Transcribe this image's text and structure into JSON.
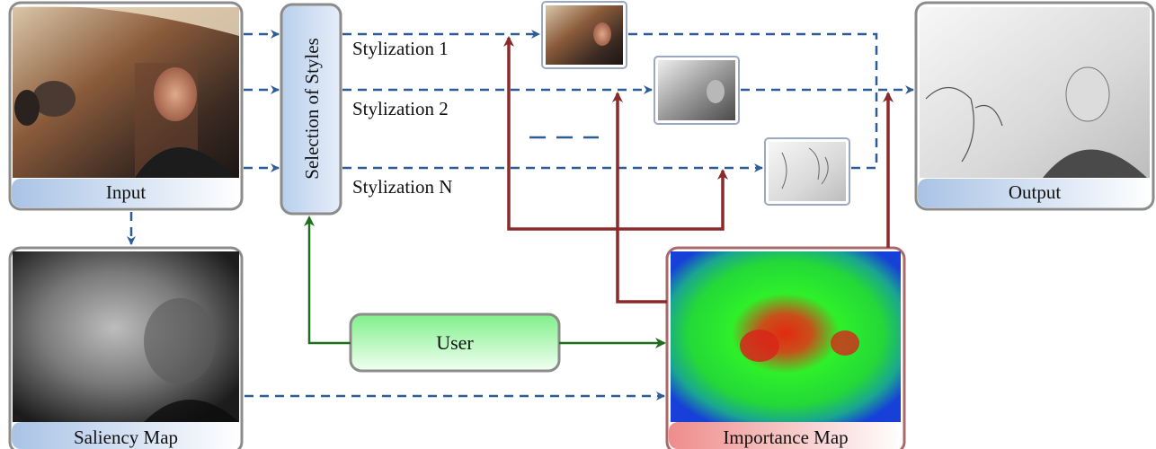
{
  "labels": {
    "input": "Input",
    "output": "Output",
    "saliency": "Saliency Map",
    "importance": "Importance Map",
    "selection": "Selection of Styles",
    "user": "User",
    "stylization_1": "Stylization 1",
    "stylization_2": "Stylization 2",
    "stylization_n": "Stylization N"
  },
  "colors": {
    "flow_blue": "#2c5d96",
    "flow_red": "#8b2a2a",
    "flow_green": "#1e6e1e",
    "box_border": "#8c8c8c",
    "label_blue": "#c4d6ee",
    "label_pink": "#f09c9c",
    "user_green": "#9ef2a4",
    "importance_border": "#a86a6a"
  }
}
